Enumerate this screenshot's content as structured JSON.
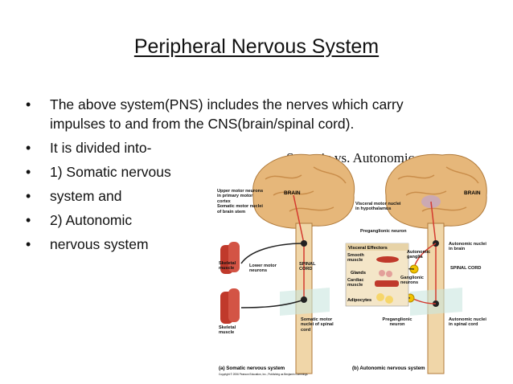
{
  "slide": {
    "title": "Peripheral Nervous System",
    "bullets": [
      "The above system(PNS) includes the nerves which carry impulses to and from the CNS(brain/spinal cord).",
      "It is divided into-",
      "1) Somatic nervous",
      " system and",
      "2) Autonomic",
      "nervous system"
    ]
  },
  "figure": {
    "title": "Somatic vs. Autonomic",
    "somatic": {
      "brain_label": "BRAIN",
      "upper_motor": "Upper motor neurons in primary motor cortex",
      "somatic_nuclei_brain": "Somatic motor nuclei of brain stem",
      "skeletal_muscle_top": "Skeletal muscle",
      "lower_motor": "Lower motor neurons",
      "spinal_cord": "SPINAL CORD",
      "skeletal_muscle_bottom": "Skeletal muscle",
      "somatic_nuclei_cord": "Somatic motor nuclei of spinal cord",
      "caption": "(a) Somatic nervous system",
      "copyright": "Copyright © 2006 Pearson Education, Inc., Publishing as Benjamin Cummings"
    },
    "autonomic": {
      "brain_label": "BRAIN",
      "visceral_motor": "Visceral motor nuclei in hypothalamus",
      "preganglionic_top": "Preganglionic neuron",
      "visceral_effectors": "Visceral Effectors",
      "smooth_muscle": "Smooth muscle",
      "glands": "Glands",
      "cardiac_muscle": "Cardiac muscle",
      "adipocytes": "Adipocytes",
      "autonomic_ganglia": "Autonomic ganglia",
      "ganglionic_neurons": "Ganglionic neurons",
      "autonomic_nuclei_brain": "Autonomic nuclei in brain",
      "spinal_cord": "SPINAL CORD",
      "preganglionic_bottom": "Preganglionic neuron",
      "autonomic_nuclei_cord": "Autonomic nuclei in spinal cord",
      "caption": "(b) Autonomic nervous system"
    },
    "colors": {
      "brain": "#e6b77a",
      "brain_fold": "#c98d4a",
      "cord": "#f0d6a8",
      "muscle": "#c0392b",
      "nerve": "#222222",
      "nerve_red": "#d43a2f",
      "ganglion": "#f2c200",
      "box": "#f4e6c8"
    }
  }
}
